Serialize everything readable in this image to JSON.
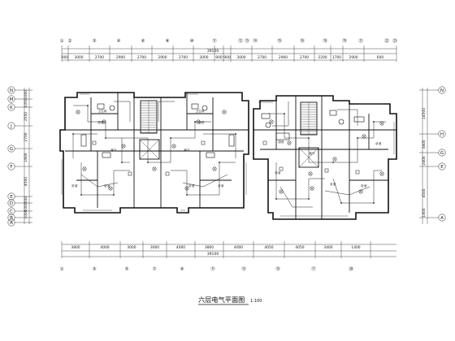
{
  "drawing": {
    "title": "六层电气平面图",
    "scale": "1:100"
  },
  "top_dimensions": {
    "segments": [
      "900",
      "3000",
      "2700",
      "2900",
      "2700",
      "2900",
      "2700",
      "3000",
      "900",
      "900",
      "3000",
      "2700",
      "2900",
      "2700",
      "2200",
      "1700",
      "2900",
      "600"
    ],
    "total": "39100"
  },
  "top_axes": [
    "①",
    "②",
    "③",
    "④",
    "⑥",
    "⑧",
    "⑩",
    "⑪",
    "⑫",
    "⑬",
    "⑭",
    "⑮",
    "⑯",
    "⑱",
    "⑲",
    "㉑",
    "㉒",
    "㉓"
  ],
  "bottom_dimensions": {
    "segments": [
      "3800",
      "4000",
      "3000",
      "3000",
      "4000",
      "3800",
      "4000",
      "4050",
      "4050",
      "3400",
      "1400"
    ],
    "total": "39100"
  },
  "bottom_axes": [
    "①",
    "③",
    "⑤",
    "⑦",
    "⑨",
    "⑪",
    "⑬",
    "⑮",
    "⑰",
    "⑳"
  ],
  "left_axes": [
    "N",
    "M",
    "K",
    "J",
    "G",
    "F",
    "E",
    "D",
    "C",
    "B",
    "A"
  ],
  "right_axes": [
    "N",
    "H",
    "G",
    "E",
    "A"
  ],
  "left_dimensions": [
    "1000",
    "1050",
    "2550",
    "2700",
    "1600",
    "4500",
    "500",
    "1000",
    "1000"
  ],
  "right_dimensions": [
    "14500",
    "3400",
    "2400",
    "4500",
    "1800"
  ],
  "room_labels": [
    "卧室",
    "卧室",
    "客厅",
    "客厅",
    "卧室",
    "卧室",
    "厨房",
    "厨房",
    "卫生间",
    "卫生间",
    "卧室",
    "卧室",
    "客厅",
    "卧室",
    "卧室",
    "厨房"
  ],
  "colors": {
    "line": "#111111",
    "background": "#ffffff"
  }
}
